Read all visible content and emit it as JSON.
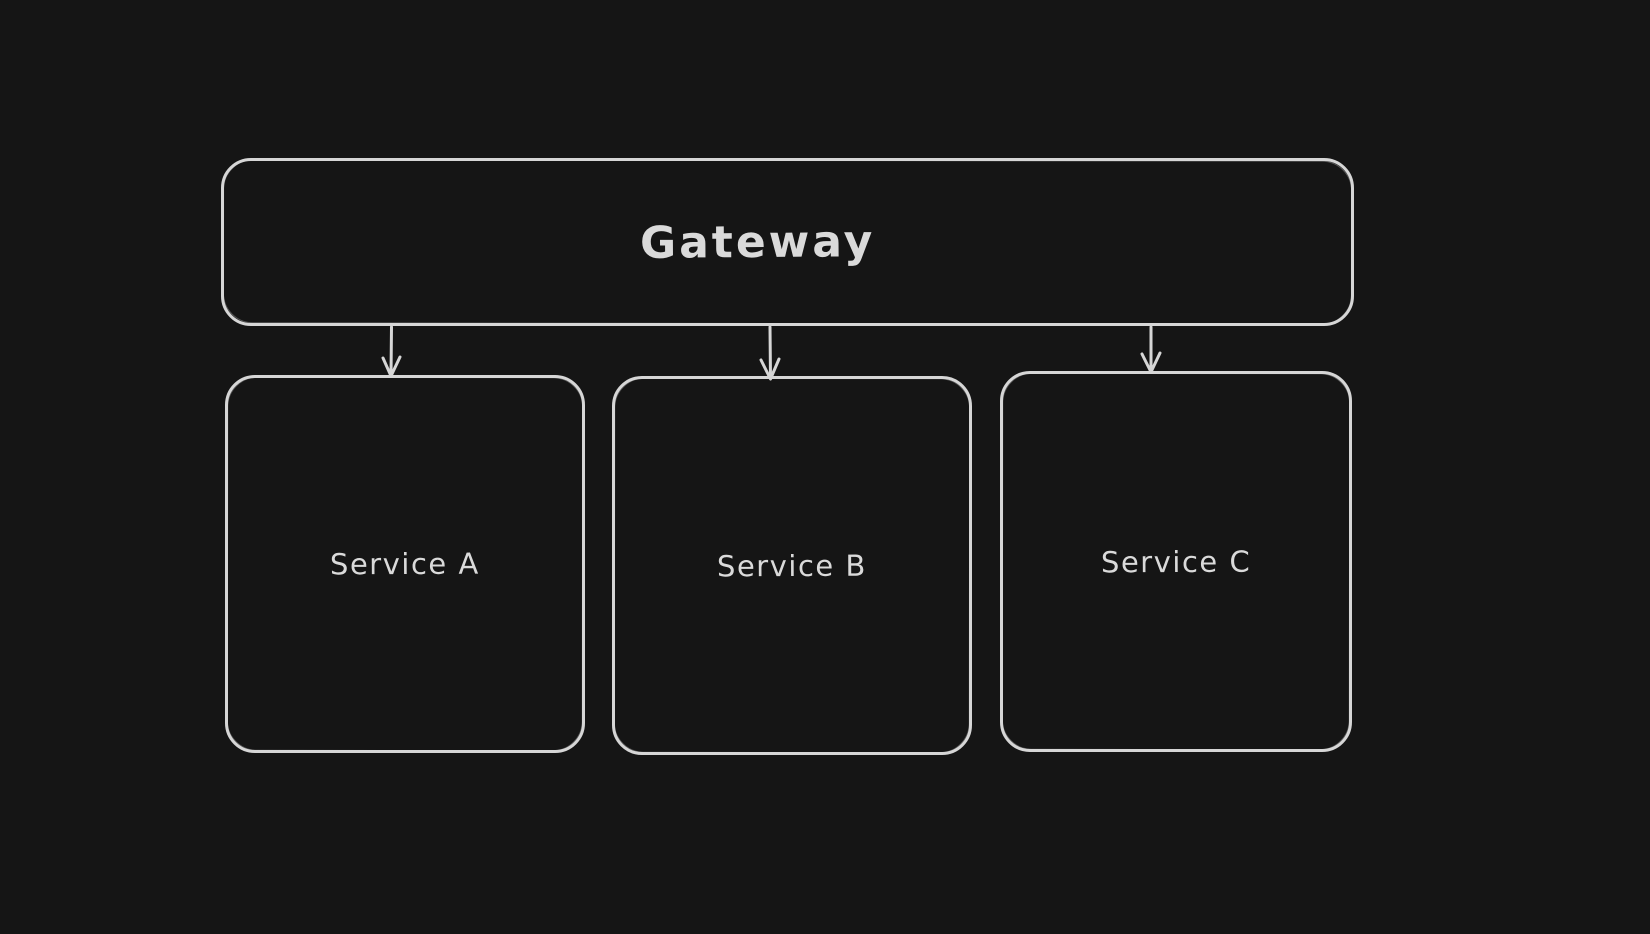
{
  "canvas": {
    "background_color": "#151515",
    "stroke_color": "#d6d6d6",
    "text_color": "#dadada"
  },
  "diagram": {
    "gateway": {
      "label": "Gateway"
    },
    "services": [
      {
        "label": "Service A"
      },
      {
        "label": "Service B"
      },
      {
        "label": "Service C"
      }
    ],
    "arrows": [
      {
        "from": "Gateway",
        "to": "Service A"
      },
      {
        "from": "Gateway",
        "to": "Service B"
      },
      {
        "from": "Gateway",
        "to": "Service C"
      }
    ]
  }
}
